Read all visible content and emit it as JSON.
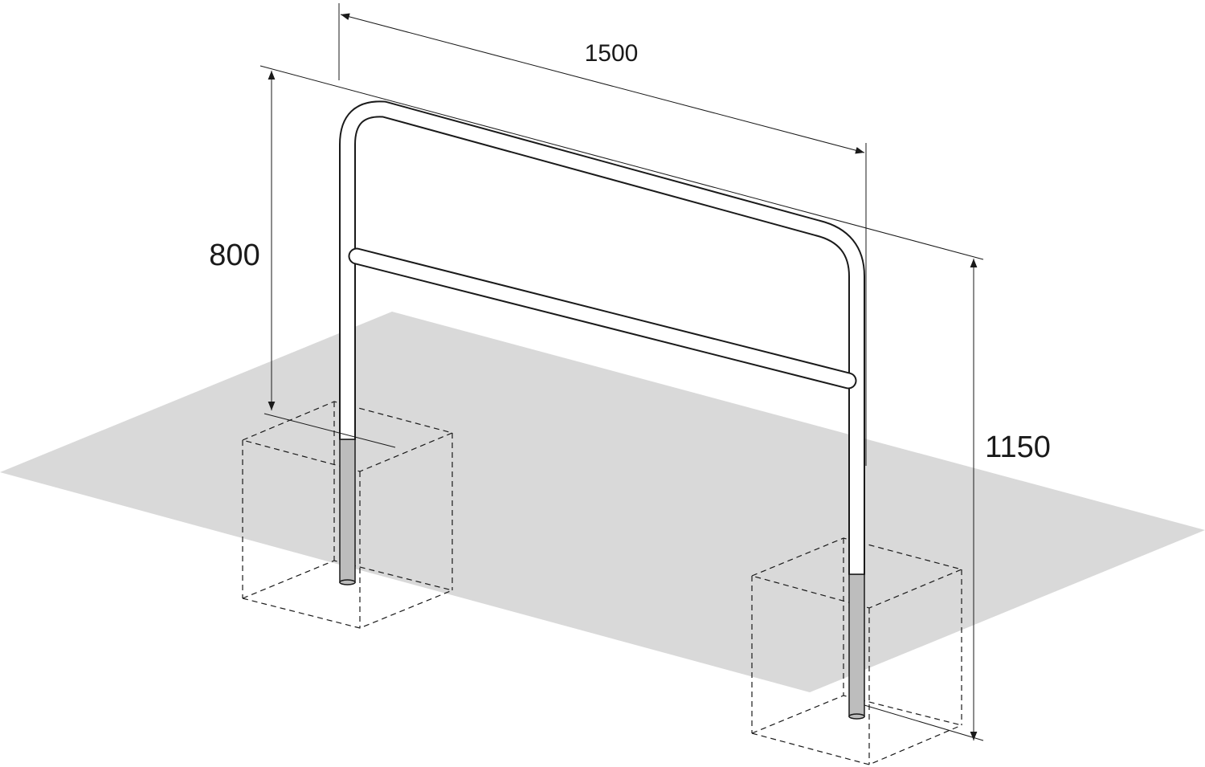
{
  "dimensions": {
    "width": "1500",
    "height_above_ground": "800",
    "total_height": "1150"
  },
  "colors": {
    "ground": "#d9d9d9",
    "line": "#1a1a1a",
    "embedded_post": "#bdbdbd",
    "tube_fill": "#ffffff"
  }
}
